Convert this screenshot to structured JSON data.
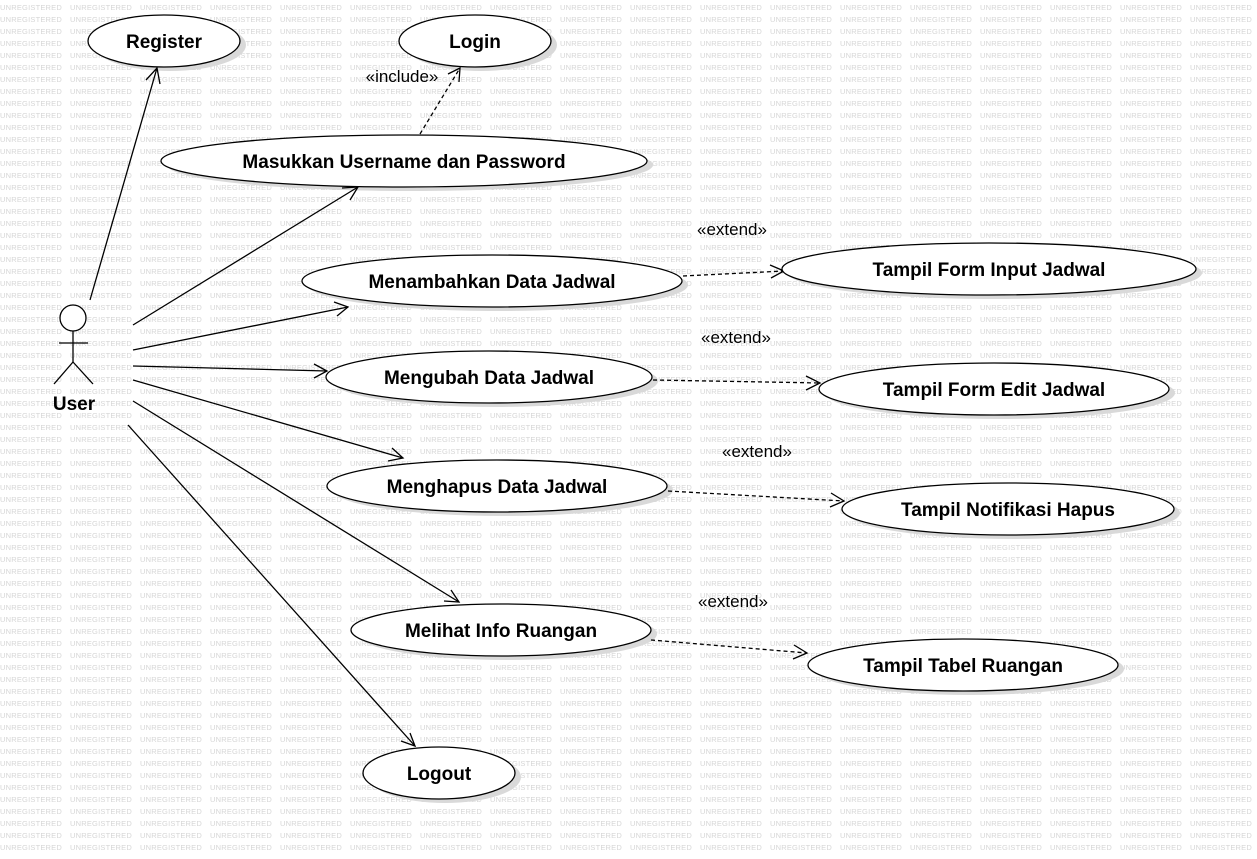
{
  "watermark_text": "UNREGISTERED",
  "actor": {
    "name": "User"
  },
  "use_cases": {
    "register": "Register",
    "login": "Login",
    "masukkan": "Masukkan Username dan Password",
    "menambahkan": "Menambahkan Data Jadwal",
    "mengubah": "Mengubah Data Jadwal",
    "menghapus": "Menghapus Data Jadwal",
    "melihat": "Melihat Info Ruangan",
    "logout": "Logout",
    "form_input": "Tampil Form Input Jadwal",
    "form_edit": "Tampil Form Edit Jadwal",
    "notifikasi": "Tampil Notifikasi Hapus",
    "tabel": "Tampil Tabel Ruangan"
  },
  "stereotypes": {
    "include": "«include»",
    "extend_1": "«extend»",
    "extend_2": "«extend»",
    "extend_3": "«extend»",
    "extend_4": "«extend»"
  }
}
